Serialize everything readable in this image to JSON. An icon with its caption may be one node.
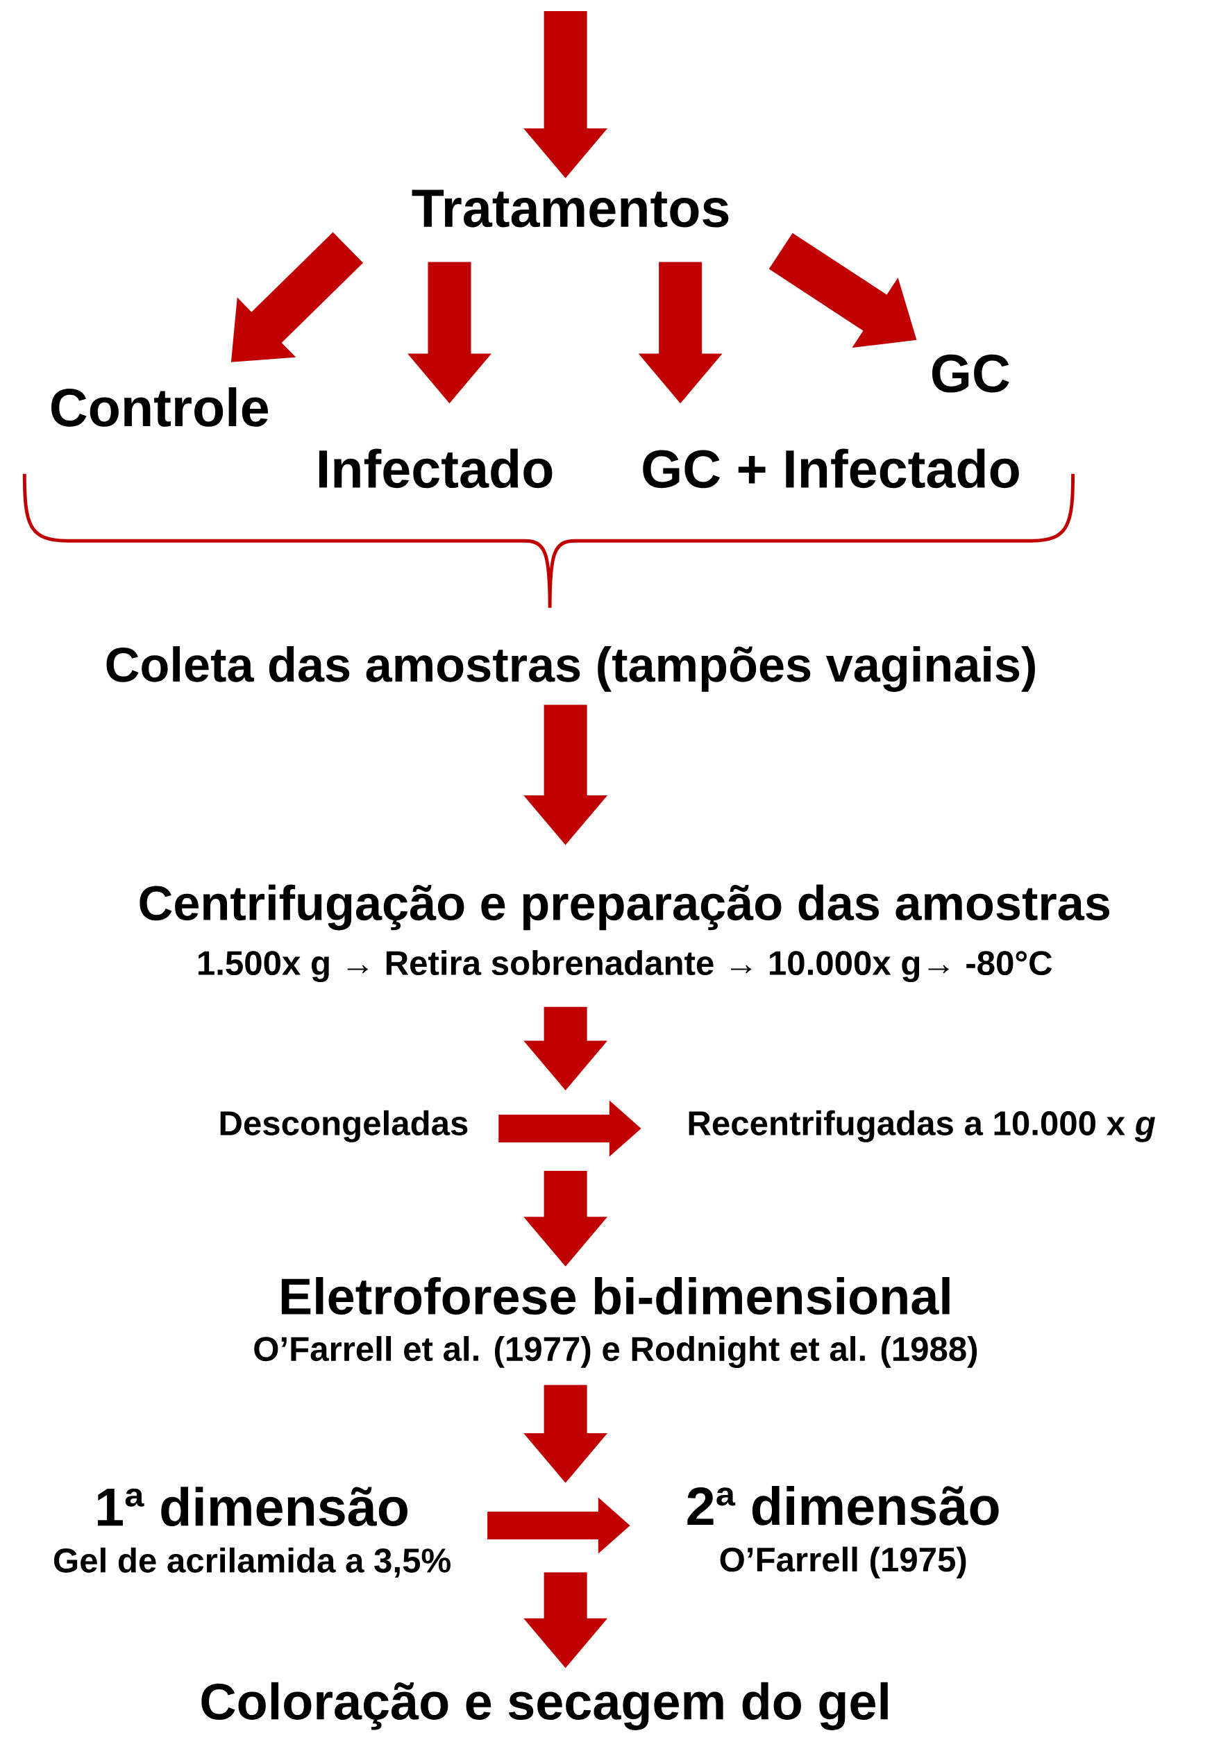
{
  "diagram": {
    "nodes": [
      {
        "text": [
          "Tratamentos"
        ]
      },
      {
        "text": [
          "Controle"
        ]
      },
      {
        "text": [
          "Infectado"
        ]
      },
      {
        "text": [
          "GC + Infectado"
        ]
      },
      {
        "text": [
          "GC"
        ]
      },
      {
        "text": [
          "Coleta das amostras (tampões vaginais)"
        ]
      },
      {
        "text": [
          "Centrifugação e preparação das amostras",
          "1.500x g → Retira sobrenadante → 10.000x g→ -80°C"
        ]
      },
      {
        "text": [
          "Descongeladas"
        ]
      },
      {
        "text": [
          "Recentrifugadas a 10.000 x *g*"
        ]
      },
      {
        "text": [
          "Eletroforese bi-dimensional",
          "O’Farrell et al. (1977) e  Rodnight et al. (1988)"
        ]
      },
      {
        "text": [
          "1ª dimensão",
          "Gel de acrilamida a 3,5%"
        ]
      },
      {
        "text": [
          "2ª dimensão",
          "O’Farrell (1975)"
        ]
      },
      {
        "text": [
          "Coloração e secagem do gel"
        ]
      }
    ],
    "edges": [
      {
        "from": null,
        "to": 0,
        "arrow": "to"
      },
      {
        "from": 0,
        "to": 1,
        "arrow": "to"
      },
      {
        "from": 0,
        "to": 2,
        "arrow": "to"
      },
      {
        "from": 0,
        "to": 3,
        "arrow": "to"
      },
      {
        "from": 0,
        "to": 4,
        "arrow": "to"
      },
      {
        "from": 5,
        "to": 6,
        "arrow": "to"
      },
      {
        "from": 6,
        "to": null,
        "arrow": "to"
      },
      {
        "from": 7,
        "to": 8,
        "arrow": "to"
      },
      {
        "from": null,
        "to": 9,
        "arrow": "to"
      },
      {
        "from": 9,
        "to": null,
        "arrow": "to"
      },
      {
        "from": 10,
        "to": 11,
        "arrow": "to"
      },
      {
        "from": null,
        "to": 12,
        "arrow": "to"
      }
    ]
  }
}
